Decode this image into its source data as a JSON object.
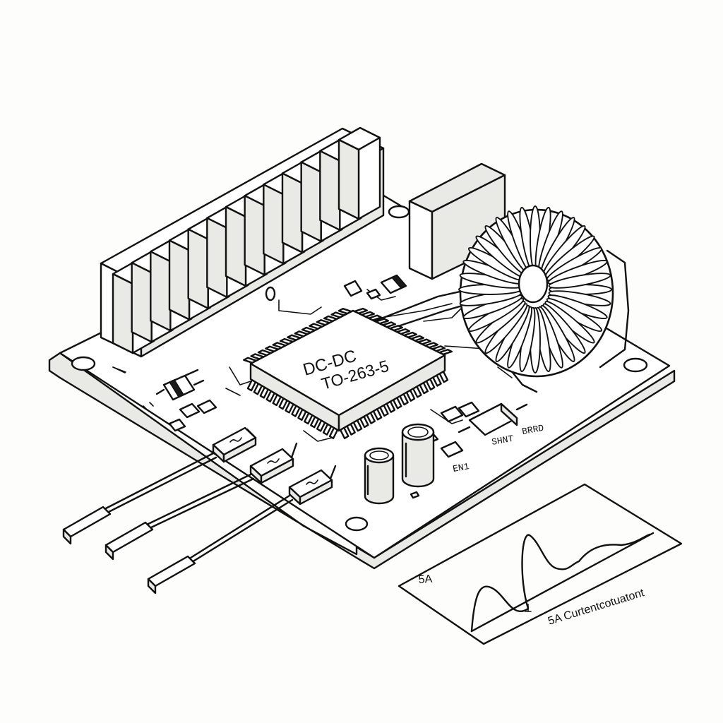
{
  "chip": {
    "line1": "DC-DC",
    "line2": "TO-263-5"
  },
  "board_labels": {
    "shunt": "SHNT",
    "bypass": "BRRD",
    "enable": "EN1"
  },
  "graph": {
    "left_label": "5A",
    "right_label": "5A Curtentcotuatont"
  },
  "colors": {
    "ink": "#111111",
    "paper": "#ffffff",
    "shade": "#e9e9e6"
  }
}
